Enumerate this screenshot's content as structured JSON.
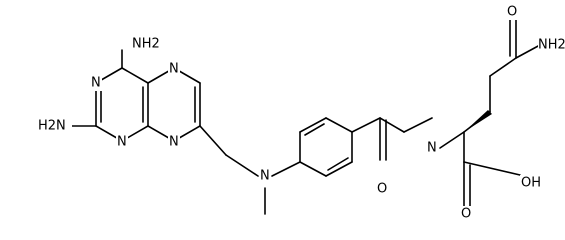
{
  "molecule": {
    "atom_labels": {
      "nh2_top": "NH2",
      "nh2_left": "H2N",
      "n_pter_1": "N",
      "n_pter_3": "N",
      "n_pter_5": "N",
      "n_pter_8": "N",
      "n_amine": "N",
      "n_amide": "N",
      "o_carbonyl": "O",
      "o_acid": "O",
      "oh_acid": "OH",
      "o_amide": "O",
      "nh2_amide": "NH2"
    }
  }
}
